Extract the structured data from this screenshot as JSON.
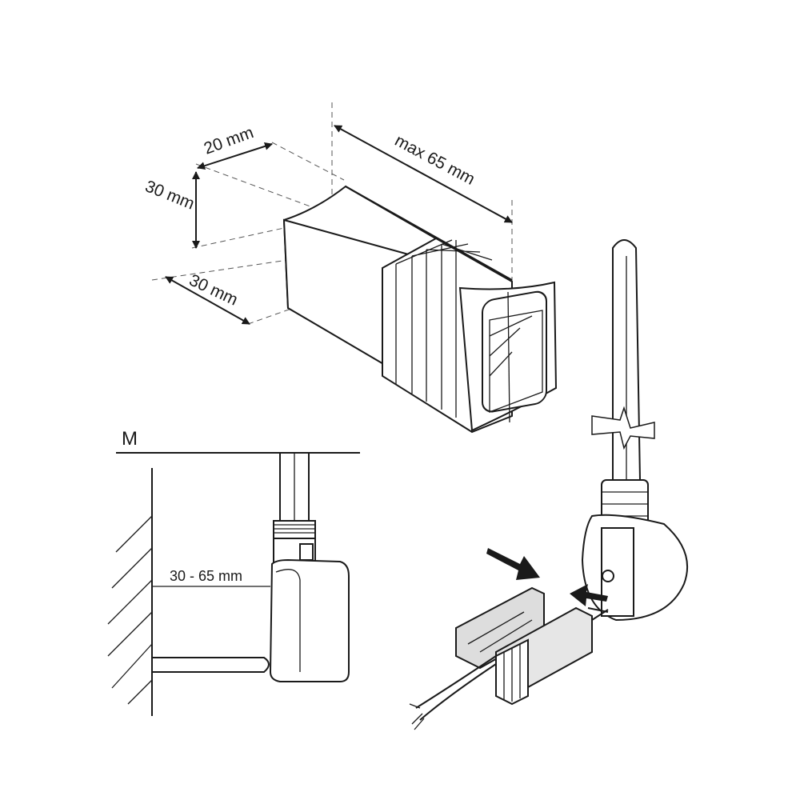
{
  "dimensions": {
    "width": "20 mm",
    "height": "30 mm",
    "depth": "30 mm",
    "length": "max 65 mm",
    "wall_distance": "30 - 65 mm"
  },
  "wall_label": "M"
}
